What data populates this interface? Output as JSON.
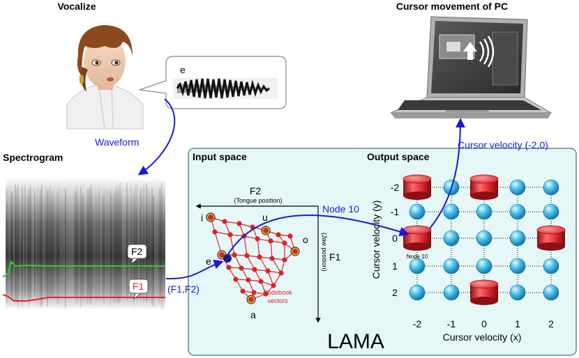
{
  "headings": {
    "vocalize": "Vocalize",
    "cursor_movement": "Cursor movement of PC",
    "spectrogram": "Spectrogram",
    "input_space": "Input space",
    "output_space": "Output space"
  },
  "speech_bubble_vowel": "e",
  "arrows": {
    "waveform": "Waveform",
    "cursor_velocity_out": "Cursor velocity (-2,0)",
    "node10": "Node 10",
    "formants": "(F1,F2)"
  },
  "spectrogram_labels": {
    "f2": "F2",
    "f1": "F1"
  },
  "input_space": {
    "f2_axis": "F2",
    "f2_sub": "(Tongue position)",
    "f1_axis": "F1",
    "f1_sub": "(Jaw position)",
    "vowels": {
      "i": "i",
      "u": "u",
      "o": "o",
      "e": "e",
      "a": "a"
    },
    "codebook_line1": "Codebook",
    "codebook_line2": "vectors"
  },
  "output_space": {
    "x_ticks": [
      "-2",
      "-1",
      "0",
      "1",
      "2"
    ],
    "y_ticks": [
      "-2",
      "-1",
      "0",
      "1",
      "2"
    ],
    "x_axis_label": "Cursor velocity (x)",
    "y_axis_label": "Cursor velocity (y)",
    "node_label": "Node 10"
  },
  "system_name": "LAMA",
  "colors": {
    "panel_bg": "#e6f7f7",
    "panel_border": "#5a8a8a",
    "arrow_blue": "#1a1ad6",
    "node_cyan": "#3fb6e6",
    "node_red": "#d8262c",
    "codebook_red": "#e02020",
    "f2_line": "#2ecc2e",
    "f1_line": "#ee2222"
  }
}
